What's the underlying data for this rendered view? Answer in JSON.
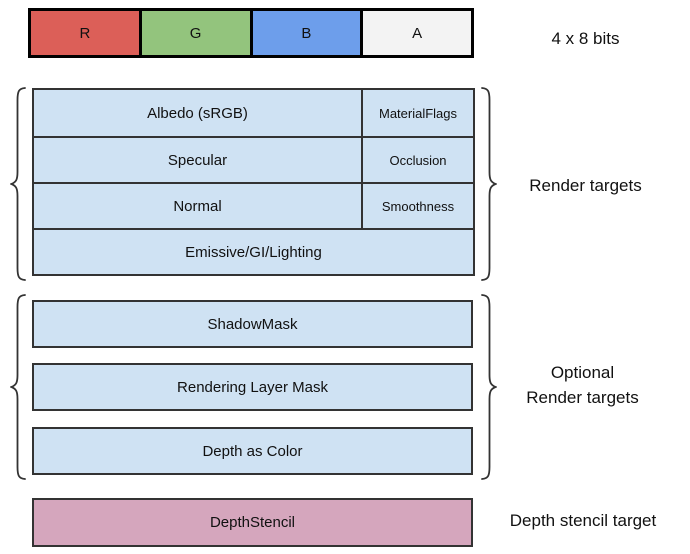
{
  "top_bar": {
    "caption": "4 x 8 bits",
    "cells": [
      {
        "label": "R",
        "color": "#dc5f58"
      },
      {
        "label": "G",
        "color": "#93c47d"
      },
      {
        "label": "B",
        "color": "#6d9eeb"
      },
      {
        "label": "A",
        "color": "#f3f3f3"
      }
    ]
  },
  "render_targets": {
    "caption": "Render targets",
    "fill": "#cfe2f3",
    "rows": [
      {
        "main": "Albedo (sRGB)",
        "alpha": "MaterialFlags"
      },
      {
        "main": "Specular",
        "alpha": "Occlusion"
      },
      {
        "main": "Normal",
        "alpha": "Smoothness"
      },
      {
        "main": "Emissive/GI/Lighting",
        "alpha": ""
      }
    ]
  },
  "optional_targets": {
    "caption_line1": "Optional",
    "caption_line2": "Render targets",
    "fill": "#cfe2f3",
    "boxes": [
      {
        "label": "ShadowMask"
      },
      {
        "label": "Rendering Layer Mask"
      },
      {
        "label": "Depth as Color"
      }
    ]
  },
  "depth_stencil": {
    "caption": "Depth stencil target",
    "fill": "#d5a6bd",
    "box_label": "DepthStencil"
  }
}
